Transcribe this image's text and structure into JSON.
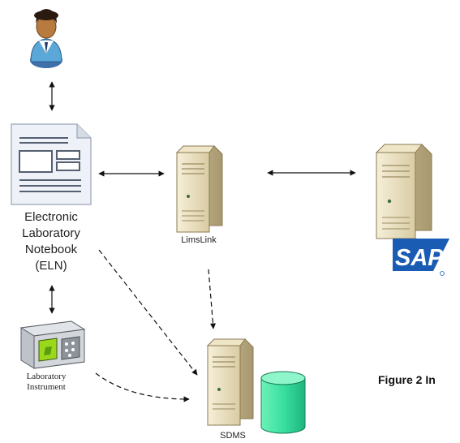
{
  "labels": {
    "eln": [
      "Electronic",
      "Laboratory",
      "Notebook",
      "(ELN)"
    ],
    "limslink": "LimsLink",
    "instrument": [
      "Laboratory",
      "Instrument"
    ],
    "sdms": "SDMS",
    "sap_logo": "SAP",
    "caption": "Figure 2 In"
  },
  "colors": {
    "sap_blue": "#1a5bb4",
    "server_body": "#ece3c4",
    "database": "#39e0a0",
    "instrument_screen": "#9bd81c",
    "person_shirt": "#5aa7d8",
    "arrow": "#111111"
  },
  "icons": {
    "person": "user-icon",
    "eln": "document-icon",
    "limslink": "server-icon",
    "sap": "server-icon",
    "sdms": "server-icon",
    "database": "database-icon",
    "instrument": "laboratory-instrument-icon"
  }
}
